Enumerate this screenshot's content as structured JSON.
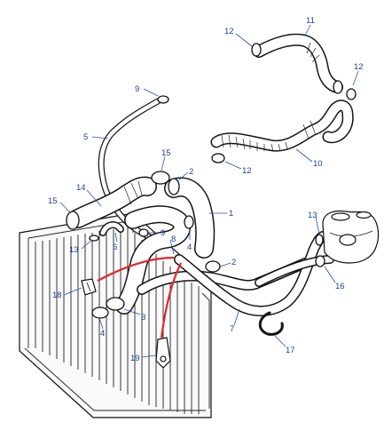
{
  "diagram": {
    "callouts": [
      {
        "id": "c11",
        "text": "11"
      },
      {
        "id": "c12a",
        "text": "12"
      },
      {
        "id": "c12b",
        "text": "12"
      },
      {
        "id": "c9a",
        "text": "9"
      },
      {
        "id": "c5",
        "text": "5"
      },
      {
        "id": "c15a",
        "text": "15"
      },
      {
        "id": "c2a",
        "text": "2"
      },
      {
        "id": "c12c",
        "text": "12"
      },
      {
        "id": "c10",
        "text": "10"
      },
      {
        "id": "c14",
        "text": "14"
      },
      {
        "id": "c15b",
        "text": "15"
      },
      {
        "id": "c1",
        "text": "1"
      },
      {
        "id": "c13a",
        "text": "13"
      },
      {
        "id": "c6",
        "text": "6"
      },
      {
        "id": "c9b",
        "text": "9"
      },
      {
        "id": "c4a",
        "text": "4"
      },
      {
        "id": "c8",
        "text": "8"
      },
      {
        "id": "c13b",
        "text": "13"
      },
      {
        "id": "c2b",
        "text": "2"
      },
      {
        "id": "c16",
        "text": "16"
      },
      {
        "id": "c18",
        "text": "18"
      },
      {
        "id": "c3",
        "text": "3"
      },
      {
        "id": "c4b",
        "text": "4"
      },
      {
        "id": "c7",
        "text": "7"
      },
      {
        "id": "c17",
        "text": "17"
      },
      {
        "id": "c19",
        "text": "19"
      }
    ],
    "colors": {
      "ink": "#151515",
      "callout": "#1a3f9c",
      "highlight": "#e3262b",
      "background": "#ffffff"
    }
  }
}
